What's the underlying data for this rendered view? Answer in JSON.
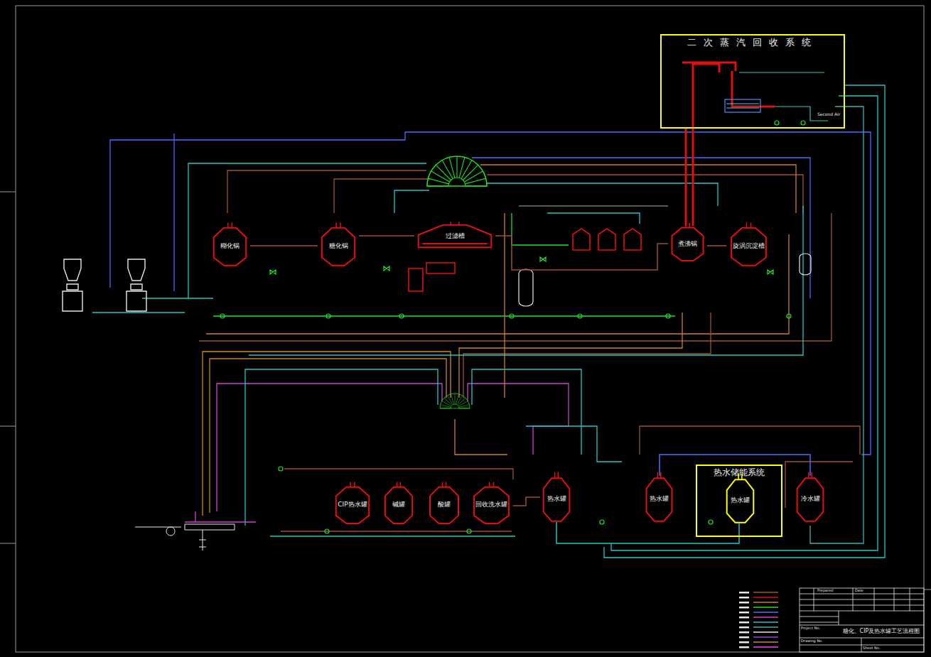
{
  "diagram": {
    "title": "糖化、CIP及热水罐工艺流程图",
    "nodes": [
      {
        "text": [
          "二次蒸汽回收系统"
        ]
      },
      {
        "text": [
          "糊化锅"
        ]
      },
      {
        "text": [
          "糖化锅"
        ]
      },
      {
        "text": [
          "过滤槽"
        ]
      },
      {
        "text": [
          "煮沸锅"
        ]
      },
      {
        "text": [
          "旋涡沉淀槽"
        ]
      },
      {
        "text": [
          "CIP热水罐"
        ]
      },
      {
        "text": [
          "碱罐"
        ]
      },
      {
        "text": [
          "酸罐"
        ]
      },
      {
        "text": [
          "回收洗水罐"
        ]
      },
      {
        "text": [
          "热水罐"
        ]
      },
      {
        "text": [
          "热水罐"
        ]
      },
      {
        "text": [
          "热水储能系统"
        ]
      },
      {
        "text": [
          "热水罐"
        ],
        "in": 12
      },
      {
        "text": [
          "冷水罐"
        ]
      }
    ],
    "edges": [
      {
        "from": 1,
        "to": 2,
        "arrow": "none"
      },
      {
        "from": 2,
        "to": 3,
        "arrow": "none"
      },
      {
        "from": 3,
        "to": 4,
        "arrow": "none"
      },
      {
        "from": 4,
        "to": 5,
        "arrow": "none"
      },
      {
        "from": 4,
        "to": 0,
        "arrow": "none"
      },
      {
        "from": 10,
        "to": 13,
        "arrow": "none"
      },
      {
        "from": 14,
        "to": 11,
        "arrow": "none"
      },
      {
        "from": 10,
        "to": 9,
        "arrow": "none"
      }
    ],
    "labels": [
      "Second Air",
      "Prepared",
      "Date",
      "Project No.",
      "Drawing No.",
      "Sheet No."
    ]
  }
}
